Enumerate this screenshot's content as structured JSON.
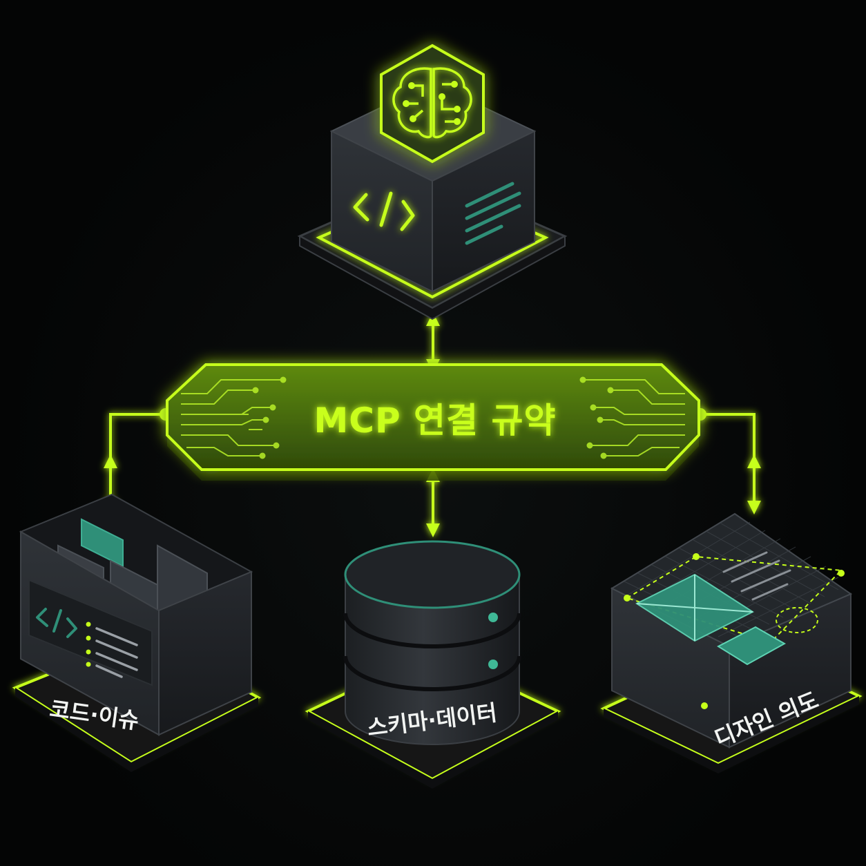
{
  "hub": {
    "label": "MCP 연결 규약"
  },
  "nodes": {
    "top": {
      "icon": "brain-circuit-icon"
    },
    "code": {
      "label": "코드·이슈",
      "icon": "folder-code-icon"
    },
    "schema": {
      "label": "스키마·데이터",
      "icon": "database-icon"
    },
    "design": {
      "label": "디자인 의도",
      "icon": "wireframe-layout-icon"
    }
  },
  "colors": {
    "neon": "#c6ff1a",
    "teal": "#2f8f78",
    "box": "#2a2e33",
    "box_dark": "#1d2024",
    "background": "#050606"
  }
}
